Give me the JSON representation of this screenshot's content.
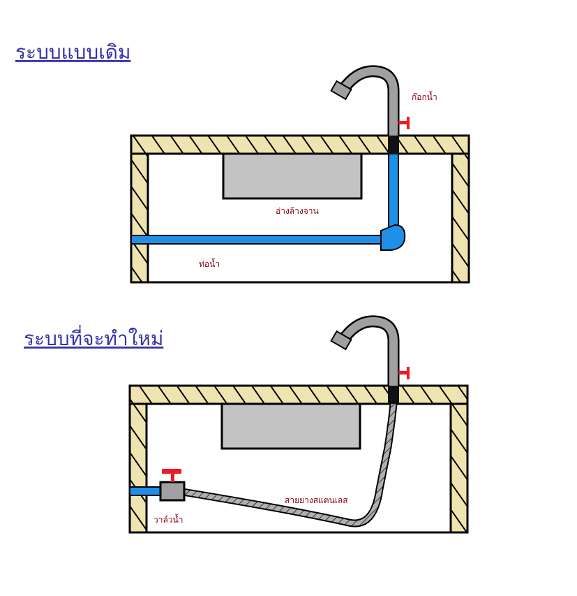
{
  "old_system": {
    "heading": "ระบบแบบเดิม",
    "faucet_label": "ก๊อกน้ำ",
    "sink_label": "อ่างล้างจาน",
    "pipe_label": "ท่อน้ำ"
  },
  "new_system": {
    "heading": "ระบบที่จะทำใหม่",
    "hose_label": "สายยางสแตนเลส",
    "valve_label": "วาล์วน้ำ"
  },
  "colors": {
    "heading": "#3333aa",
    "label": "#880015",
    "wood": "#efe4b0",
    "water_pipe": "#1e90e8",
    "faucet": "#a0a0a0",
    "sink": "#c3c3c3",
    "handle": "#ed1c24"
  }
}
